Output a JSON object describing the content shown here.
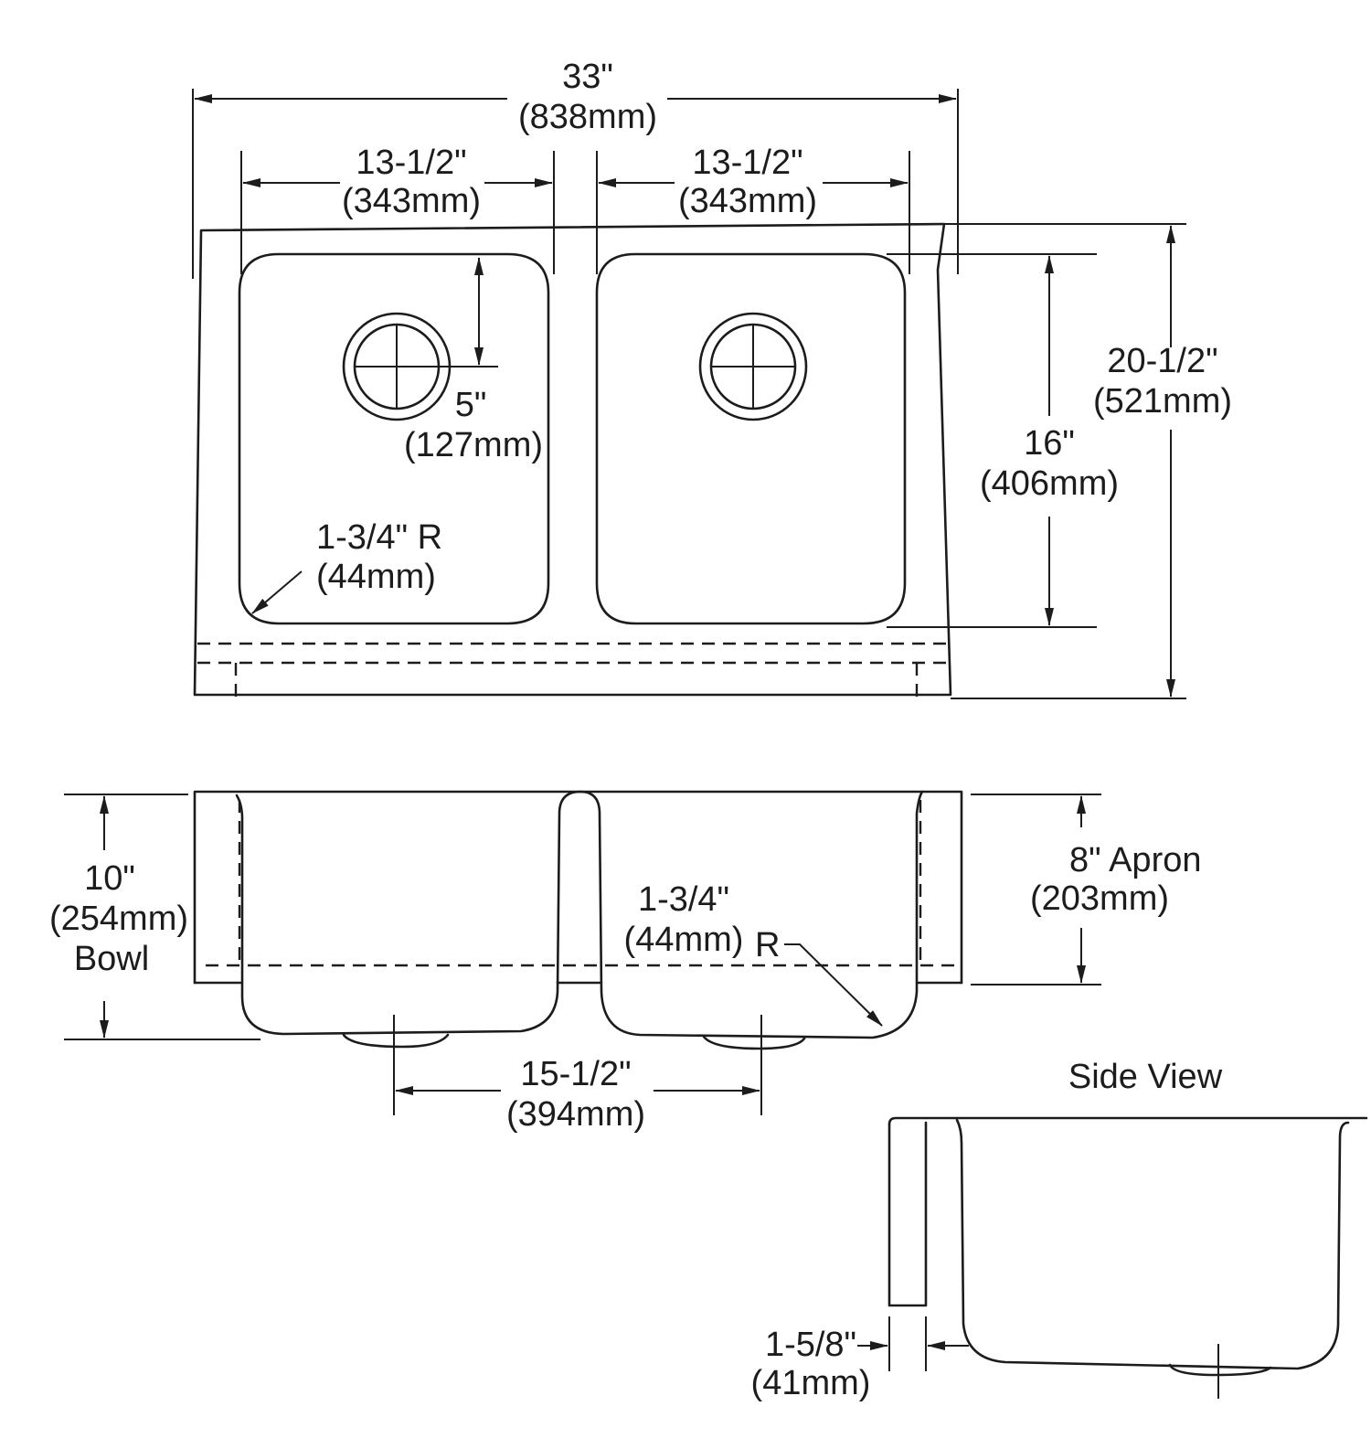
{
  "dimensions": {
    "overall_width": {
      "imperial": "33\"",
      "metric": "(838mm)"
    },
    "left_bowl_width": {
      "imperial": "13-1/2\"",
      "metric": "(343mm)"
    },
    "right_bowl_width": {
      "imperial": "13-1/2\"",
      "metric": "(343mm)"
    },
    "drain_offset": {
      "imperial": "5\"",
      "metric": "(127mm)"
    },
    "corner_radius_top": {
      "imperial": "1-3/4\" R",
      "metric": "(44mm)"
    },
    "bowl_length": {
      "imperial": "16\"",
      "metric": "(406mm)"
    },
    "overall_depth": {
      "imperial": "20-1/2\"",
      "metric": "(521mm)"
    },
    "bowl_depth": {
      "imperial": "10\"",
      "metric": "(254mm)",
      "suffix": "Bowl"
    },
    "apron_height": {
      "imperial": "8\"  Apron",
      "metric": "(203mm)"
    },
    "corner_radius_front": {
      "imperial": "1-3/4\"",
      "metric": "(44mm)",
      "suffix": "R"
    },
    "drain_spacing": {
      "imperial": "15-1/2\"",
      "metric": "(394mm)"
    },
    "apron_thickness": {
      "imperial": "1-5/8\"",
      "metric": "(41mm)"
    }
  },
  "views": {
    "side_view_title": "Side View"
  },
  "colors": {
    "line": "#1c1c1c",
    "background": "#ffffff"
  }
}
